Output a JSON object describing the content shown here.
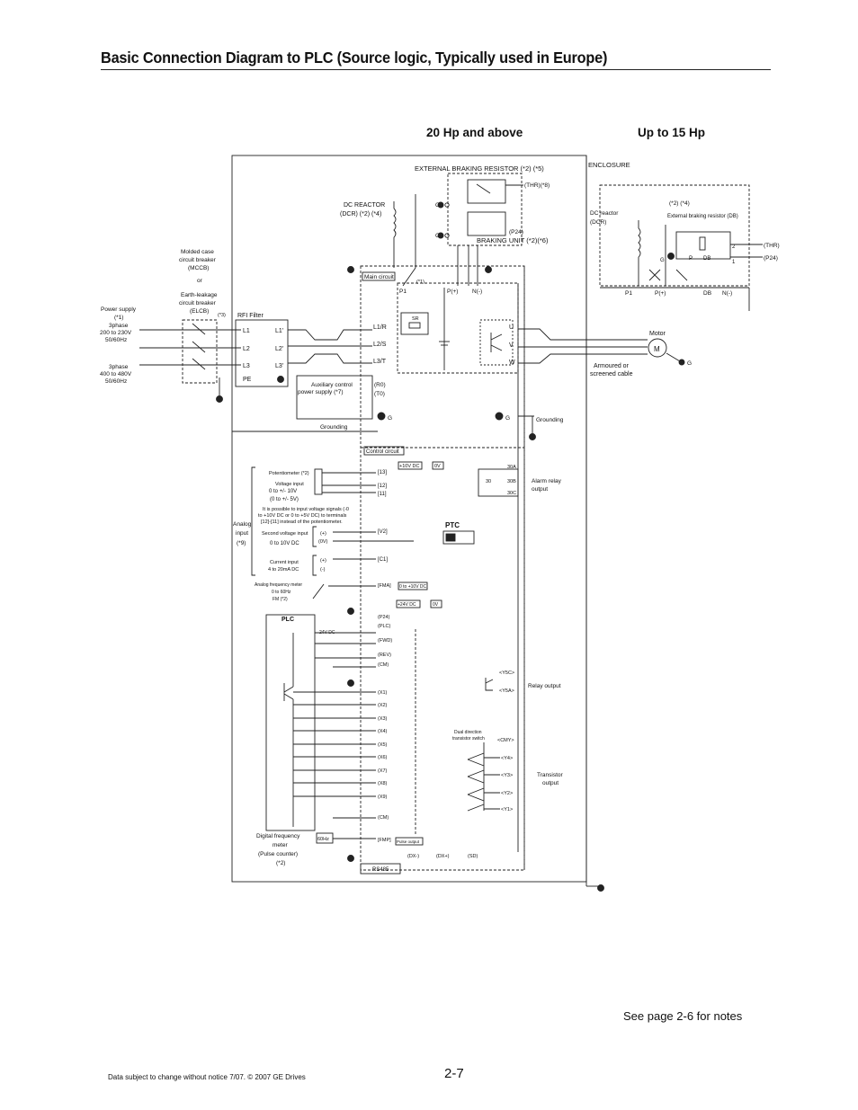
{
  "page": {
    "title": "Basic Connection Diagram to PLC (Source logic, Typically used in Europe)",
    "heading_left": "20 Hp and above",
    "heading_right": "Up to 15 Hp",
    "notes_ref": "See page 2-6 for notes",
    "footer": "Data subject to change without notice 7/07. © 2007 GE Drives",
    "page_number": "2-7"
  },
  "diagram": {
    "enclosure": "ENCLOSURE",
    "ext_braking_resistor": "EXTERNAL BRAKING RESISTOR (*2) (*5)",
    "thr8": "(THR)(*8)",
    "p24": "(P24)",
    "braking_unit": "BRAKING UNIT (*2)(*6)",
    "dc_reactor": "DC REACTOR",
    "dc_reactor_note": "(DCR) (*2) (*4)",
    "mccb_1": "Molded case",
    "mccb_2": "circuit breaker",
    "mccb_3": "(MCCB)",
    "or": "or",
    "elcb_1": "Earth-leakage",
    "elcb_2": "circuit breaker",
    "elcb_3": "(ELCB)",
    "star3": "(*3)",
    "power_supply": "Power supply",
    "star1": "(*1)",
    "ps1_a": "3phase",
    "ps1_b": "200 to 230V",
    "ps1_c": "50/60Hz",
    "ps2_a": "3phase",
    "ps2_b": "400 to 480V",
    "ps2_c": "50/60Hz",
    "rfi_filter": "RFI Filter",
    "l1": "L1",
    "l2": "L2",
    "l3": "L3",
    "pe": "PE",
    "l1p": "L1'",
    "l2p": "L2'",
    "l3p": "L3'",
    "main_circuit": "Main circuit",
    "p1": "P1",
    "pplus": "P(+)",
    "nminus": "N(-)",
    "star1b": "(*1)",
    "l1r": "L1/R",
    "l2s": "L2/S",
    "l3t": "L3/T",
    "sr": "SR",
    "u": "U",
    "v": "V",
    "w": "W",
    "aux_1": "Auxiliary control",
    "aux_2": "power supply (*7)",
    "r0": "(R0)",
    "t0": "(T0)",
    "grounding": "Grounding",
    "g": "G",
    "control_circuit": "Control circuit",
    "plus10": "+10V DC",
    "zerov": "0V",
    "pot": "Potentiometer (*2)",
    "vin_1": "Voltage input",
    "vin_2": "0 to +/- 10V",
    "vin_3": "(0 to +/- 5V)",
    "t13": "[13]",
    "t12": "[12]",
    "t11": "[11]",
    "pos_1": "It is possible to input voltage signals (-0",
    "pos_2": "to +10V DC or 0 to +5V DC) to terminals",
    "pos_3": "[12]-[11] instead of the potentiometer.",
    "analog_1": "Analog",
    "analog_2": "input",
    "analog_3": "(*9)",
    "second_v": "Second voltage input",
    "zero10": "0 to 10V DC",
    "plus": "(+)",
    "minus": "(-)",
    "zv": "(0V)",
    "v2": "[V2]",
    "c1": "[C1]",
    "cur_1": "Current input",
    "cur_2": "4 to 20mA DC",
    "ptc": "PTC",
    "afm_1": "Analog frequency meter",
    "afm_2": "0 to 60Hz",
    "afm_3": "FM (*2)",
    "fma": "[FMA]",
    "fma_out": "0 to +10V DC",
    "plc": "PLC",
    "v24": "24V DC",
    "p24b": "+24V DC",
    "t_p24": "(P24)",
    "t_plc": "(PLC)",
    "t_fwd": "(FWD)",
    "t_rev": "(REV)",
    "t_cm": "(CM)",
    "x1": "(X1)",
    "x2": "(X2)",
    "x3": "(X3)",
    "x4": "(X4)",
    "x5": "(X5)",
    "x6": "(X6)",
    "x7": "(X7)",
    "x8": "(X8)",
    "x9": "(X9)",
    "cm2": "(CM)",
    "alarm_1": "Alarm relay",
    "alarm_2": "output",
    "t30": "30",
    "t30a": "30A",
    "t30b": "30B",
    "t30c": "30C",
    "y5c": "<Y5C>",
    "y5a": "<Y5A>",
    "relay_out": "Relay output",
    "dd_1": "Dual direction",
    "dd_2": "transistor switch",
    "cmy": "<CMY>",
    "y4": "<Y4>",
    "y3": "<Y3>",
    "y2": "<Y2>",
    "y1": "<Y1>",
    "tr_1": "Transistor",
    "tr_2": "output",
    "dfm_1": "Digital frequency",
    "dfm_2": "meter",
    "dfm_3": "(Pulse counter)",
    "dfm_4": "(*2)",
    "hz60": "60Hz",
    "fmp": "[FMP]",
    "pulse_out": "Pulse output",
    "dxm": "(DX-)",
    "dxp": "(DX+)",
    "sd": "(SD)",
    "rs485": "RS485",
    "motor": "Motor",
    "m": "M",
    "armoured_1": "Armoured or",
    "armoured_2": "screened cable",
    "r_star2": "(*2) (*4)",
    "dcr_1": "DC reactor",
    "dcr_2": "(DCR)",
    "ext_db": "External braking resistor (DB)",
    "thr": "(THR)",
    "db": "DB",
    "one": "1",
    "two": "2",
    "p": "P"
  }
}
